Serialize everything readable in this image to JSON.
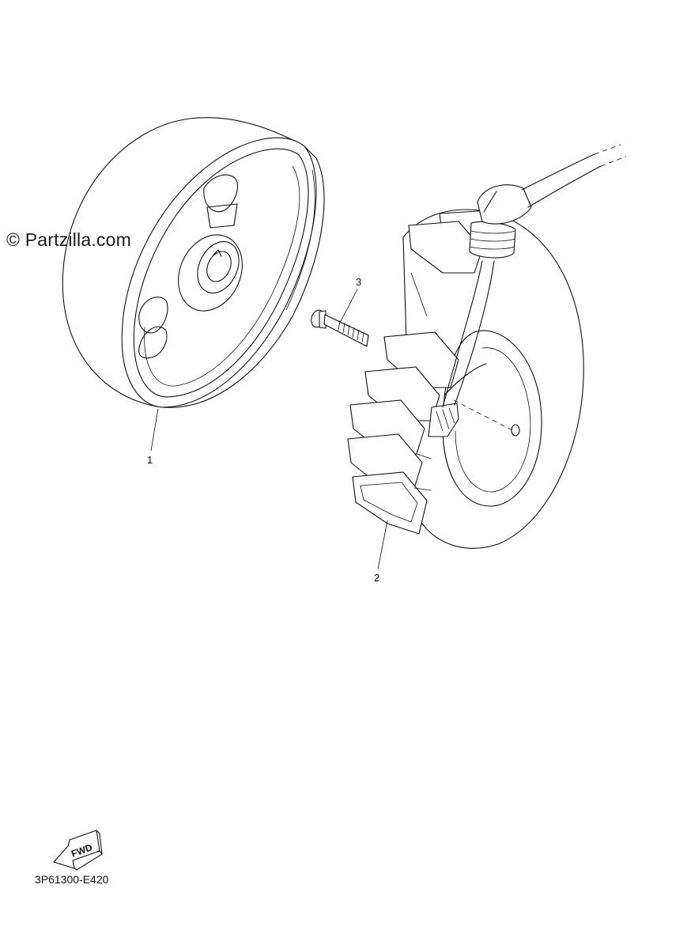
{
  "watermark": "© Partzilla.com",
  "callouts": {
    "part1": "1",
    "part2": "2",
    "part3": "3"
  },
  "fwd_label": "FWD",
  "diagram_code": "3P61300-E420",
  "parts": [
    {
      "ref": "1",
      "icon": "flywheel-rotor-icon"
    },
    {
      "ref": "2",
      "icon": "stator-coil-icon"
    },
    {
      "ref": "3",
      "icon": "screw-icon"
    }
  ],
  "colors": {
    "line": "#111111",
    "background": "#ffffff"
  }
}
